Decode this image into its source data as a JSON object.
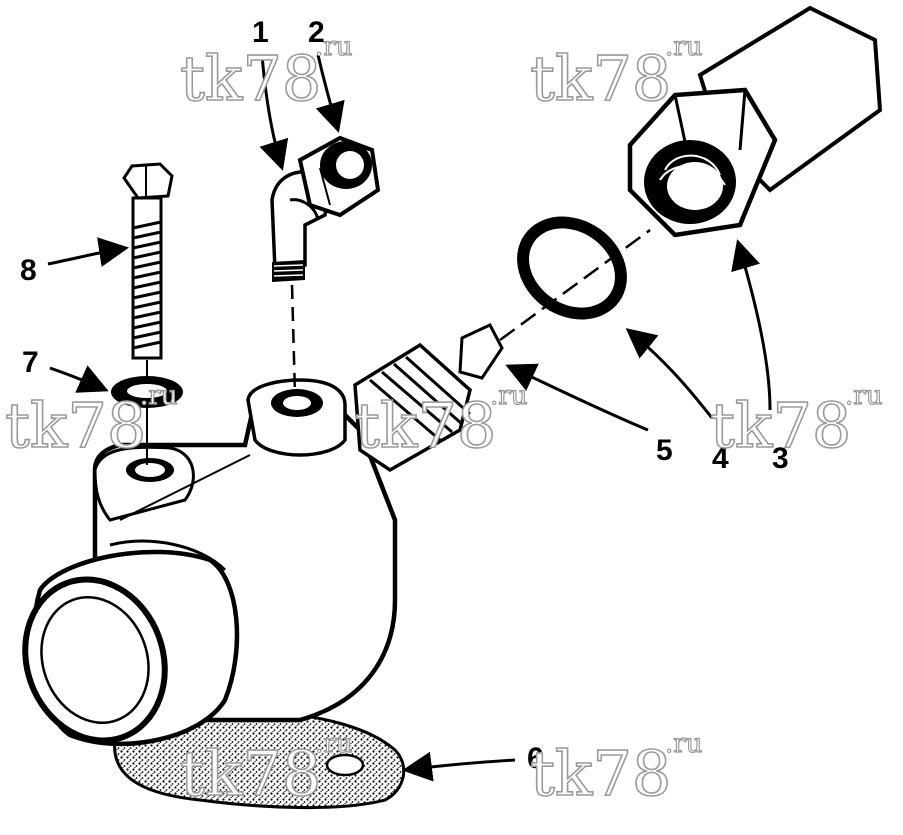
{
  "diagram": {
    "callouts": [
      {
        "id": "1",
        "label": "1"
      },
      {
        "id": "2",
        "label": "2"
      },
      {
        "id": "3",
        "label": "3"
      },
      {
        "id": "4",
        "label": "4"
      },
      {
        "id": "5",
        "label": "5"
      },
      {
        "id": "6",
        "label": "6"
      },
      {
        "id": "7",
        "label": "7"
      },
      {
        "id": "8",
        "label": "8"
      }
    ],
    "watermark": {
      "main": "tk78",
      "suffix": ".ru"
    }
  }
}
